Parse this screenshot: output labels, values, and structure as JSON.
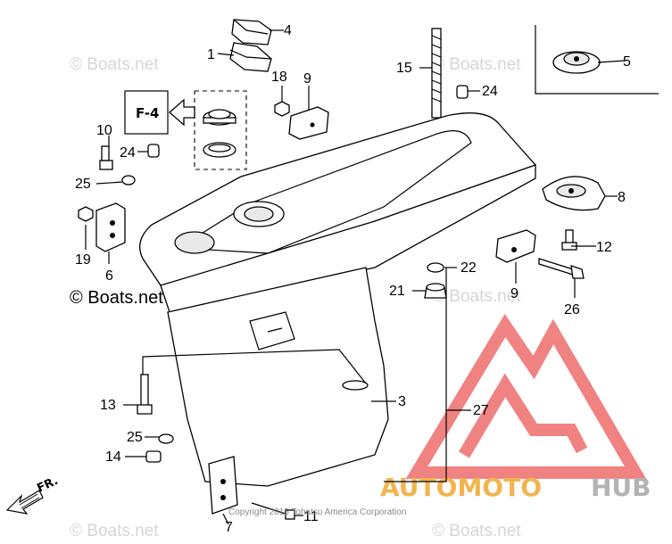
{
  "watermarks": {
    "small": "© Boats.net",
    "main": "© Boats.net"
  },
  "copyright": "Copyright 2015 Tohatsu America Corporation",
  "reference_label": "F-4",
  "front_label": "FR.",
  "logo": {
    "text_orange": "AUTOMOTO",
    "text_grey": "HUB",
    "color_orange": "#f2b44f",
    "color_grey": "#b3b3b3",
    "color_red": "#ee6d6d"
  },
  "callouts": {
    "c1": "1",
    "c3": "3",
    "c4": "4",
    "c5": "5",
    "c6": "6",
    "c7": "7",
    "c8": "8",
    "c9a": "9",
    "c9b": "9",
    "c10": "10",
    "c11": "11",
    "c12": "12",
    "c13": "13",
    "c14": "14",
    "c15": "15",
    "c18": "18",
    "c19": "19",
    "c21": "21",
    "c22": "22",
    "c24a": "24",
    "c24b": "24",
    "c25a": "25",
    "c25b": "25",
    "c26": "26",
    "c27": "27"
  }
}
